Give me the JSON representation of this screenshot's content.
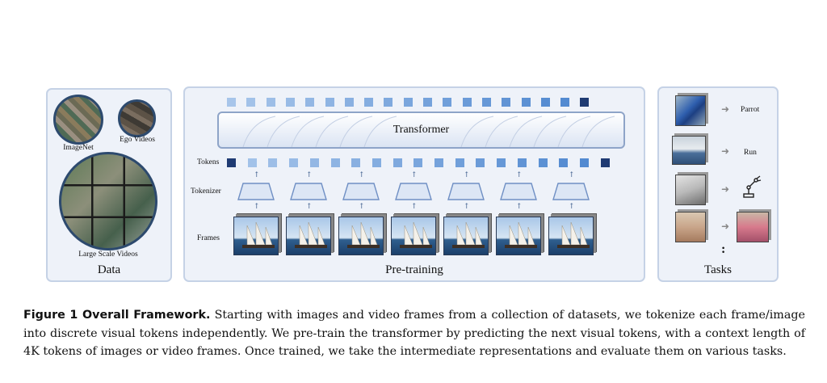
{
  "figure": {
    "panels": {
      "data": {
        "title": "Data",
        "sources": [
          "ImageNet",
          "Ego Videos",
          "Large Scale Videos"
        ]
      },
      "pretraining": {
        "title": "Pre-training",
        "model_label": "Transformer",
        "row_labels": {
          "tokens": "Tokens",
          "tokenizer": "Tokenizer",
          "frames": "Frames"
        },
        "output_token_count": 19,
        "input_token_count": 19,
        "frame_count": 7
      },
      "tasks": {
        "title": "Tasks",
        "items": [
          {
            "label": "Parrot",
            "icon": "parrot-image"
          },
          {
            "label": "Run",
            "icon": "runner-image"
          },
          {
            "label": "",
            "icon": "robot-arm-icon"
          },
          {
            "label": "",
            "icon": "flamingo-image"
          }
        ],
        "more": ":"
      }
    },
    "colors": {
      "token_light": "#a7c5ea",
      "token_mid": "#4d86cf",
      "token_dark": "#1f3b73",
      "panel_border": "#c5d2e6"
    }
  },
  "caption": {
    "label": "Figure 1  Overall Framework.",
    "text": " Starting with images and video frames from a collection of datasets, we tokenize each frame/image into discrete visual tokens independently. We pre-train the transformer by predicting the next visual tokens, with a context length of 4K tokens of images or video frames. Once trained, we take the intermediate representations and evaluate them on various tasks."
  }
}
